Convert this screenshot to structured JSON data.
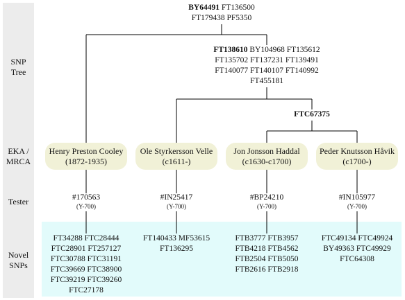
{
  "side_labels": {
    "snp_tree": [
      "SNP",
      "Tree"
    ],
    "eka_mrca": [
      "EKA /",
      "MRCA"
    ],
    "tester": "Tester",
    "novel_snps": [
      "Novel",
      "SNPs"
    ]
  },
  "tree_nodes": [
    {
      "bold": "BY64491",
      "lines_rest": [
        "FT136500",
        "FT179438 PF5350"
      ]
    },
    {
      "bold": "FT138610",
      "lines_rest": [
        "BY104968 FT135612",
        "FT135702 FT137231 FT139491",
        "FT140077 FT140107 FT140992",
        "FT455181"
      ]
    },
    {
      "bold": "FTC67375",
      "lines_rest": []
    }
  ],
  "people": [
    {
      "name": "Henry Preston Cooley",
      "dates": "(1872-1935)",
      "tester_id": "#170563",
      "tester_test": "(Y-700)",
      "novel_snps": [
        "FT34288 FTC28444",
        "FTC28901 FT257127",
        "FTC30788 FTC31191",
        "FTC39669 FTC38900",
        "FTC39219 FTC39260",
        "FTC27178"
      ]
    },
    {
      "name": "Ole Styrkersson Velle",
      "dates": "(c1611-)",
      "tester_id": "#IN25417",
      "tester_test": "(Y-700)",
      "novel_snps": [
        "FT140433 MF53615",
        "FT136295"
      ]
    },
    {
      "name": "Jon Jonsson Haddal",
      "dates": "(c1630-c1700)",
      "tester_id": "#BP24210",
      "tester_test": "(Y-700)",
      "novel_snps": [
        "FTB3777 FTB3957",
        "FTB4218 FTB4562",
        "FTB2504 FTB5050",
        "FTB2616 FTB2918"
      ]
    },
    {
      "name": "Peder Knutsson Håvik",
      "dates": "(c1700-)",
      "tester_id": "#IN105977",
      "tester_test": "(Y-700)",
      "novel_snps": [
        "FTC49134 FTC49924",
        "BY49363 FTC49929",
        "FTC64308"
      ]
    }
  ]
}
